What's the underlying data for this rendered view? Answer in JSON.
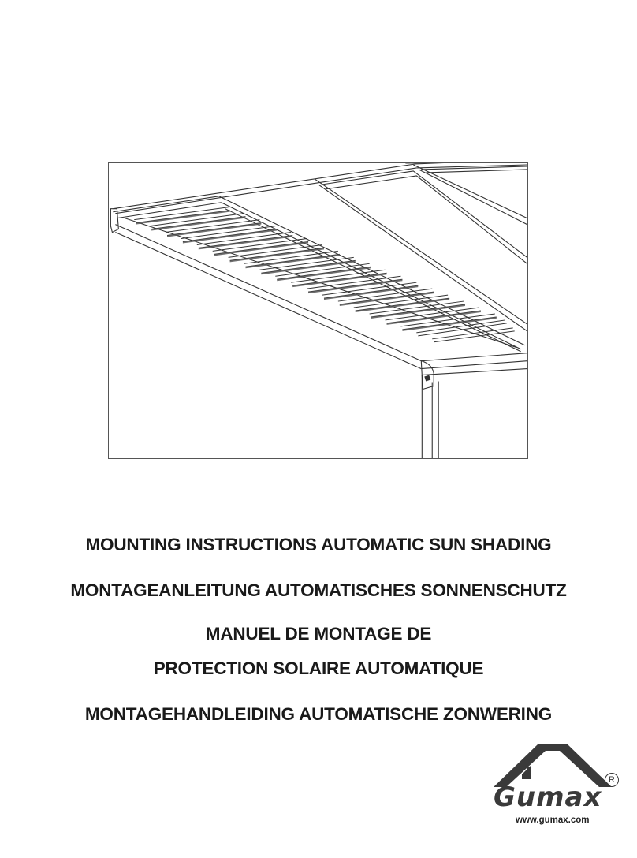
{
  "document": {
    "titles": [
      "MOUNTING INSTRUCTIONS AUTOMATIC SUN SHADING",
      "MONTAGEANLEITUNG AUTOMATISCHES SONNENSCHUTZ",
      "MANUEL DE MONTAGE DE",
      "PROTECTION SOLAIRE AUTOMATIQUE",
      "MONTAGEHANDLEIDING AUTOMATISCHE ZONWERING"
    ]
  },
  "logo": {
    "brand": "Gumax",
    "registered": "R",
    "url": "www.gumax.com",
    "icon": "house-roof-icon",
    "color": "#3a3a3a"
  },
  "illustration": {
    "icon": "veranda-sun-shading-drawing"
  }
}
